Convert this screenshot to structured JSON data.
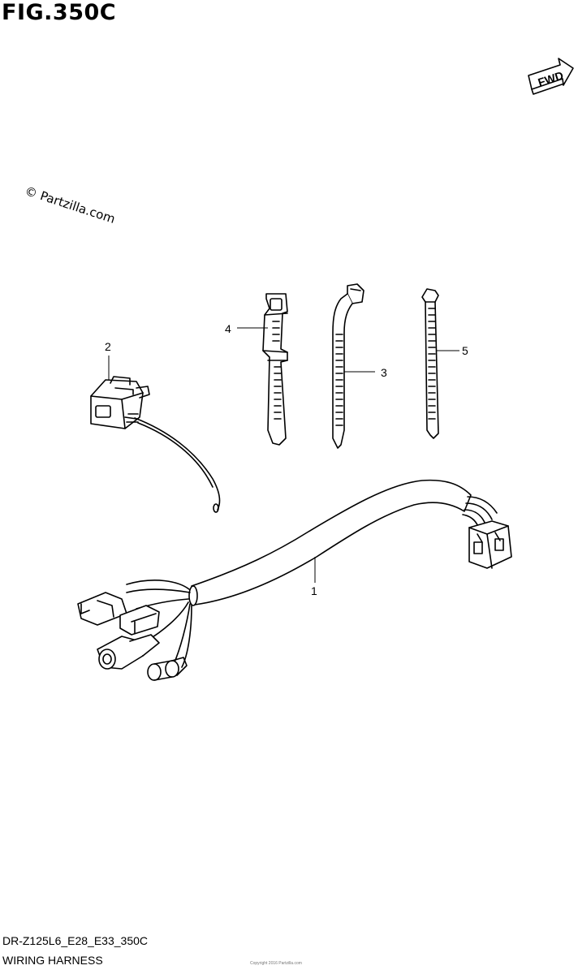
{
  "figure": {
    "title": "FIG.350C",
    "fwd_label": "FWD",
    "watermark": "© Partzilla.com",
    "code": "DR-Z125L6_E28_E33_350C",
    "caption": "WIRING HARNESS",
    "footer_small": "Copyright 2016 Partzilla.com"
  },
  "callouts": [
    {
      "number": "1",
      "part": "wiring-harness"
    },
    {
      "number": "2",
      "part": "switch-connector"
    },
    {
      "number": "3",
      "part": "cable-clamp"
    },
    {
      "number": "4",
      "part": "band-clamp"
    },
    {
      "number": "5",
      "part": "cable-tie"
    }
  ]
}
